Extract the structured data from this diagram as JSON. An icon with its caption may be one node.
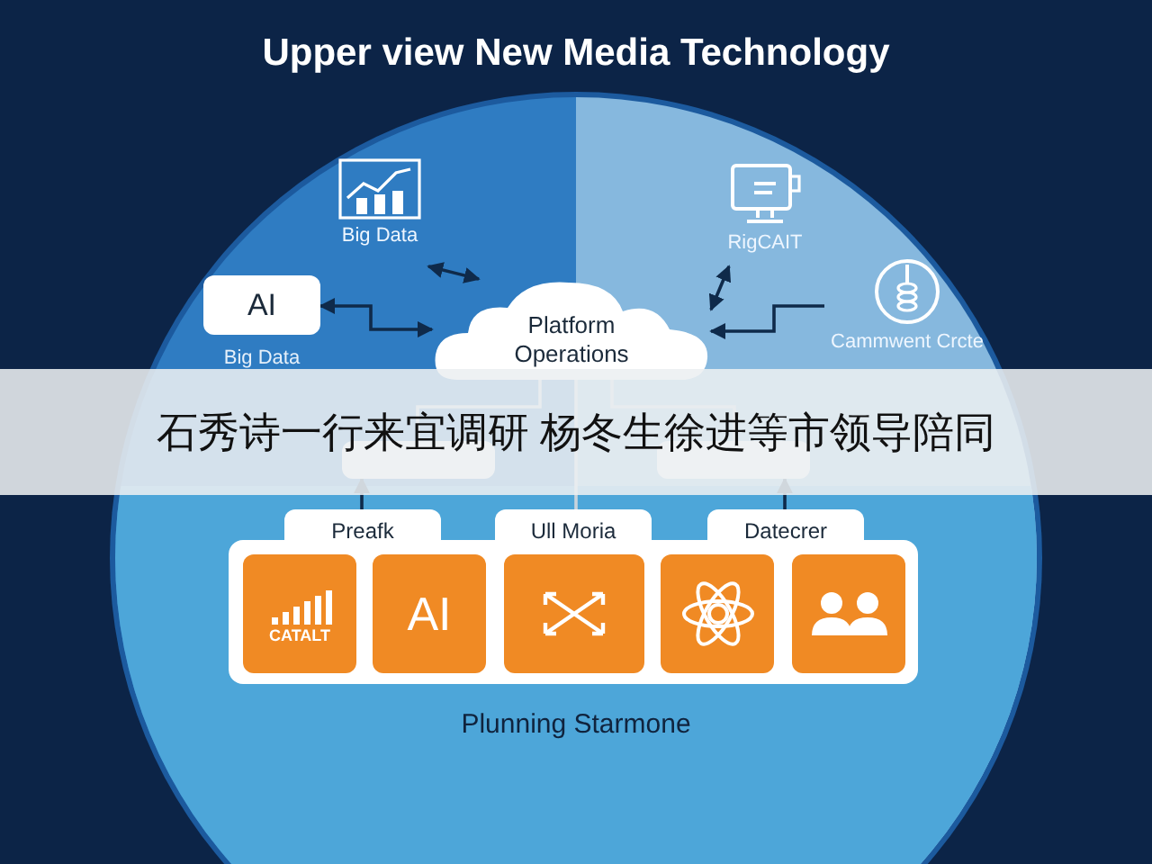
{
  "diagram": {
    "title": "Upper view New Media Technology",
    "nodes": [
      {
        "text": [
          "Platform Operations"
        ]
      },
      {
        "text": [
          "Big Data"
        ]
      },
      {
        "text": [
          "AI"
        ],
        "beside": [
          "Big Data"
        ]
      },
      {
        "text": [
          "RigCAIT"
        ]
      },
      {
        "text": [
          "Cammwent Crcte"
        ]
      },
      {
        "text": [],
        "shape": "box"
      },
      {
        "text": [],
        "shape": "box"
      },
      {
        "text": [],
        "shape": "box"
      },
      {
        "text": [
          "Preafk"
        ]
      },
      {
        "text": [
          "Ull Moria"
        ]
      },
      {
        "text": [
          "Datecrer"
        ]
      },
      {
        "text": [
          "CATALT"
        ],
        "in": 7
      },
      {
        "text": [
          "AI"
        ],
        "in": 7
      },
      {
        "text": [],
        "shape": "box",
        "in": 7
      },
      {
        "text": [],
        "shape": "box",
        "in": 7
      },
      {
        "text": [],
        "shape": "box",
        "in": 7
      }
    ],
    "edges": [
      {
        "from": 1,
        "to": 0,
        "arrow": "both"
      },
      {
        "from": 2,
        "to": 0,
        "arrow": "both"
      },
      {
        "from": 3,
        "to": 0,
        "arrow": "both"
      },
      {
        "from": 4,
        "to": 0,
        "arrow": "to"
      },
      {
        "from": 0,
        "to": 5,
        "arrow": "none",
        "color": "#c9d3dc"
      },
      {
        "from": 0,
        "to": 6,
        "arrow": "none",
        "color": "#c9d3dc"
      },
      {
        "from": 0,
        "to": 9,
        "arrow": "none",
        "color": "#c9d3dc"
      },
      {
        "from": 8,
        "to": 5,
        "arrow": "to"
      },
      {
        "from": 10,
        "to": 6,
        "arrow": "to"
      }
    ],
    "labels": [
      "石秀诗一行来宜调研 杨冬生徐进等市领导陪同",
      "Plunning Starmone"
    ]
  }
}
